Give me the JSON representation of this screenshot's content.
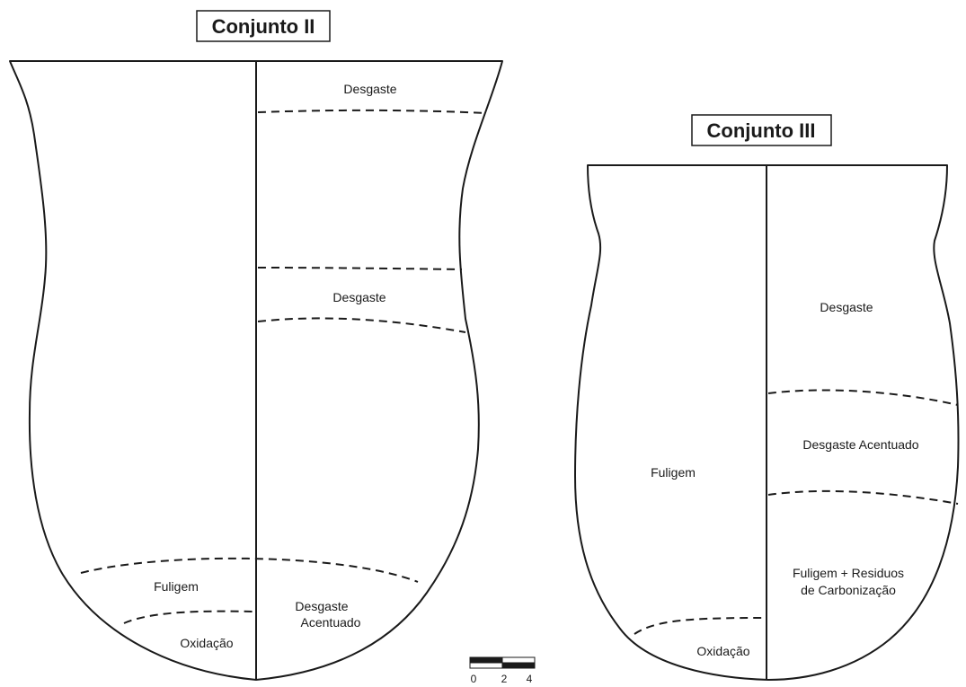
{
  "set2": {
    "title": "Conjunto II",
    "labels": {
      "desgaste_top": "Desgaste",
      "desgaste_mid": "Desgaste",
      "fuligem": "Fuligem",
      "oxidacao": "Oxidação",
      "desgaste_acentuado_line1": "Desgaste",
      "desgaste_acentuado_line2": "Acentuado"
    }
  },
  "set3": {
    "title": "Conjunto III",
    "labels": {
      "desgaste": "Desgaste",
      "desgaste_acentuado": "Desgaste Acentuado",
      "fuligem": "Fuligem",
      "residuos_line1": "Fuligem + Residuos",
      "residuos_line2": "de Carbonização",
      "oxidacao": "Oxidação"
    }
  },
  "scale_bar": {
    "ticks": [
      "0",
      "2",
      "4"
    ]
  },
  "colors": {
    "stroke": "#1a1a1a",
    "background": "#ffffff"
  }
}
